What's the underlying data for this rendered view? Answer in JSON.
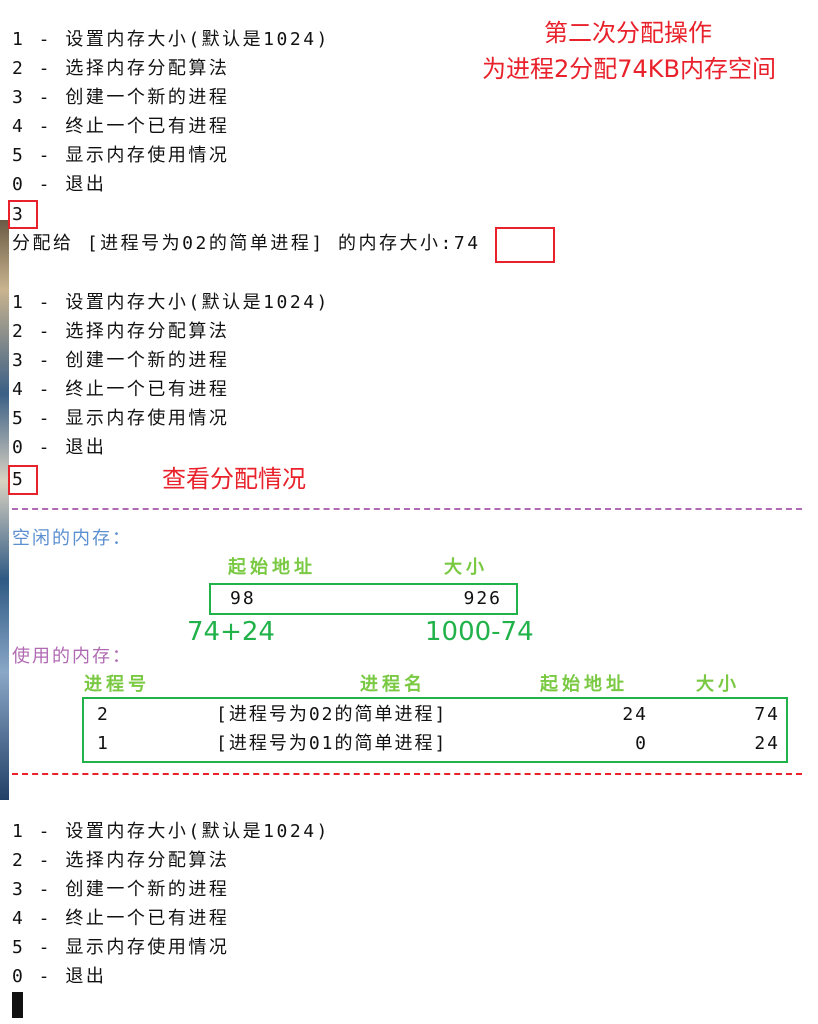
{
  "menu": {
    "items": [
      "1 - 设置内存大小(默认是1024)",
      "2 - 选择内存分配算法",
      "3 - 创建一个新的进程",
      "4 - 终止一个已有进程",
      "5 - 显示内存使用情况",
      "0 - 退出"
    ]
  },
  "session": {
    "input_1": "3",
    "alloc_prompt": "分配给 [进程号为02的简单进程] 的内存大小:",
    "alloc_value": "74",
    "input_2": "5"
  },
  "annotations": {
    "title_line1": "第二次分配操作",
    "title_line2": "为进程2分配74KB内存空间",
    "view_note": "查看分配情况",
    "free_formula_start": "74+24",
    "free_formula_size": "1000-74",
    "color_red": "#e8212b",
    "color_green": "#21b24a"
  },
  "report": {
    "free_label": "空闲的内存：",
    "free_headers": {
      "start": "起始地址",
      "size": "大小"
    },
    "free_rows": [
      {
        "start": "98",
        "size": "926"
      }
    ],
    "used_label": "使用的内存：",
    "used_headers": {
      "pid": "进程号",
      "name": "进程名",
      "start": "起始地址",
      "size": "大小"
    },
    "used_rows": [
      {
        "pid": "2",
        "name": "[进程号为02的简单进程]",
        "start": "24",
        "size": "74"
      },
      {
        "pid": "1",
        "name": "[进程号为01的简单进程]",
        "start": "0",
        "size": "24"
      }
    ],
    "colors": {
      "free_label": "#5b8fd0",
      "used_label": "#b06ab3",
      "header": "#7ac943",
      "top_divider": "#b06ab3",
      "bottom_divider": "#e8212b"
    }
  }
}
